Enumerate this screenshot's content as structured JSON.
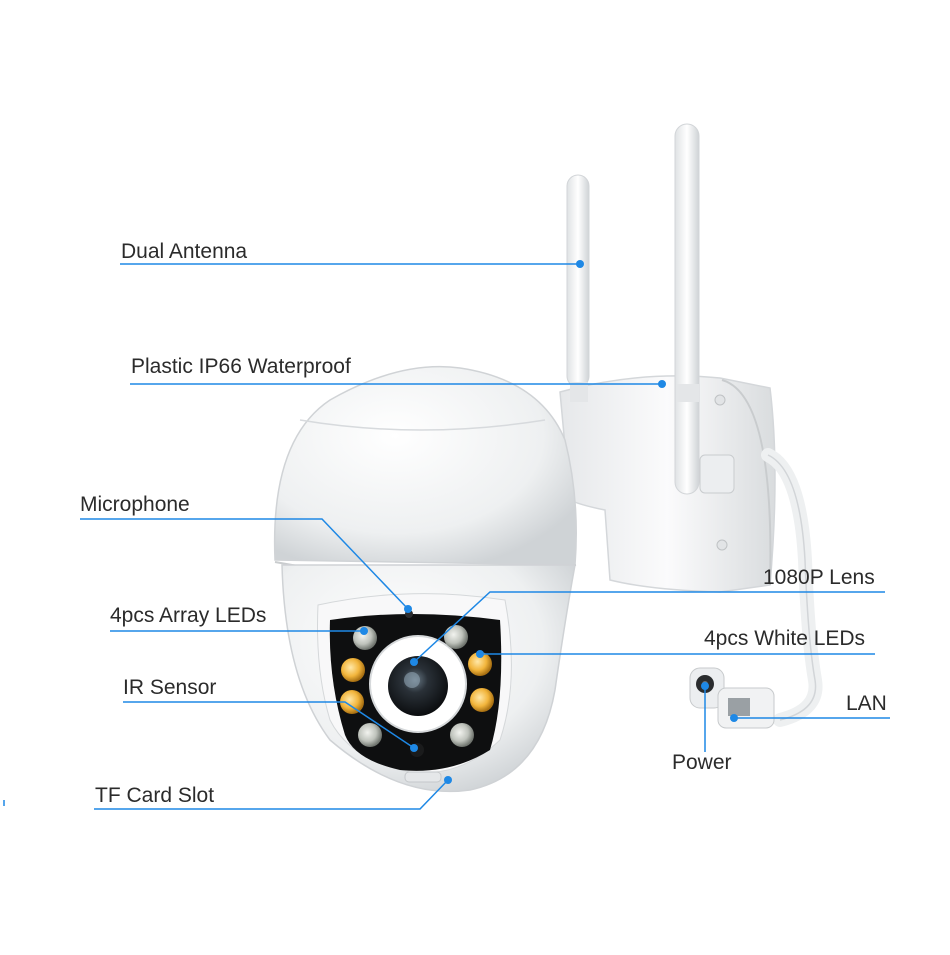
{
  "labels": {
    "dual_antenna": "Dual Antenna",
    "plastic_waterproof": "Plastic IP66 Waterproof",
    "microphone": "Microphone",
    "array_leds": "4pcs Array LEDs",
    "ir_sensor": "IR Sensor",
    "tf_card_slot": "TF Card Slot",
    "lens": "1080P Lens",
    "white_leds": "4pcs White LEDs",
    "lan": "LAN",
    "power": "Power"
  },
  "colors": {
    "callout_line": "#1e88e5",
    "callout_dot": "#1e88e5",
    "label_text": "#2b2b2b",
    "camera_body": "#f4f5f6",
    "led_panel": "#111111",
    "warm_led": "#f2b53c",
    "white_led": "#cfd2cc"
  }
}
